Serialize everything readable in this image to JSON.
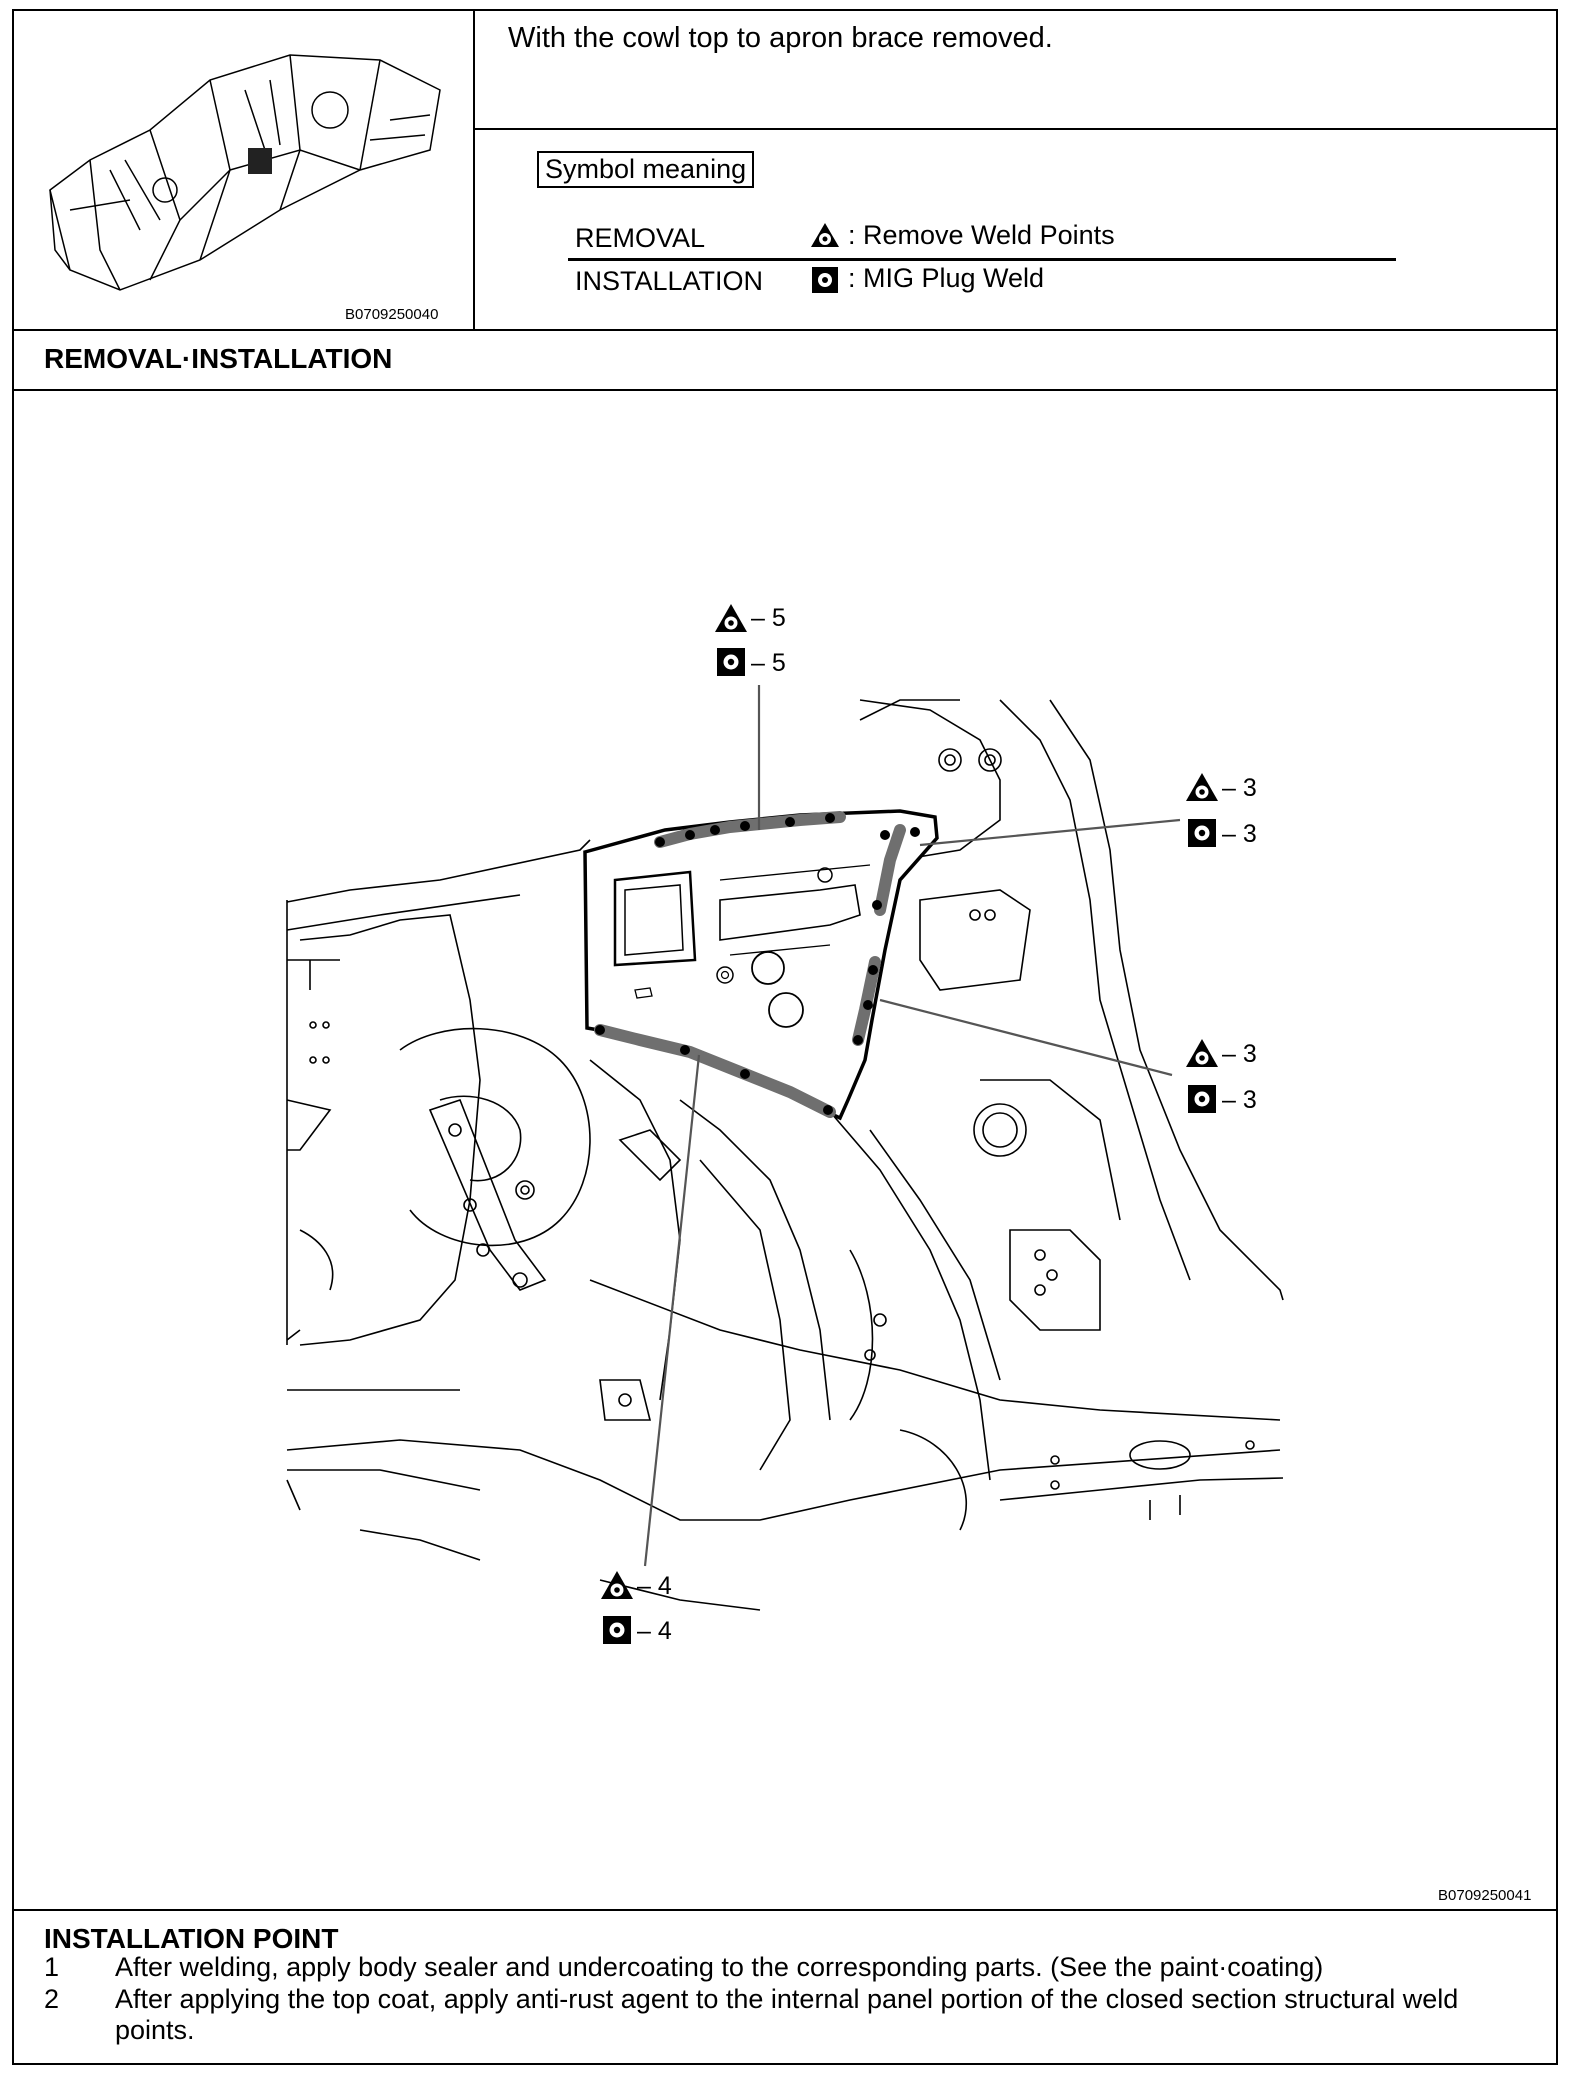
{
  "header": {
    "description": "With the cowl top to apron brace removed.",
    "thumbnail_code": "B0709250040"
  },
  "legend": {
    "title": "Symbol meaning",
    "removal": {
      "term": "REMOVAL",
      "desc": ": Remove Weld Points",
      "icon": "triangle-weld-icon"
    },
    "installation": {
      "term": "INSTALLATION",
      "desc": ": MIG Plug Weld",
      "icon": "square-plug-weld-icon"
    }
  },
  "section": {
    "title": "REMOVAL·INSTALLATION"
  },
  "diagram": {
    "code": "B0709250041",
    "callouts": [
      {
        "id": "top",
        "label": "– 5"
      },
      {
        "id": "top",
        "label": "– 5"
      },
      {
        "id": "right-upper",
        "label": "– 3"
      },
      {
        "id": "right-upper",
        "label": "– 3"
      },
      {
        "id": "right-lower",
        "label": "– 3"
      },
      {
        "id": "right-lower",
        "label": "– 3"
      },
      {
        "id": "bottom",
        "label": "– 4"
      },
      {
        "id": "bottom",
        "label": "– 4"
      }
    ]
  },
  "installation_point": {
    "title": "INSTALLATION POINT",
    "items": [
      {
        "num": "1",
        "text": "After welding, apply body sealer and undercoating to the corresponding parts. (See the paint·coating)"
      },
      {
        "num": "2",
        "text": "After applying the top coat, apply anti-rust agent to the internal panel portion of the closed section structural weld points."
      }
    ]
  },
  "colors": {
    "ink": "#000000",
    "weld_band": "#6f6f6f"
  }
}
